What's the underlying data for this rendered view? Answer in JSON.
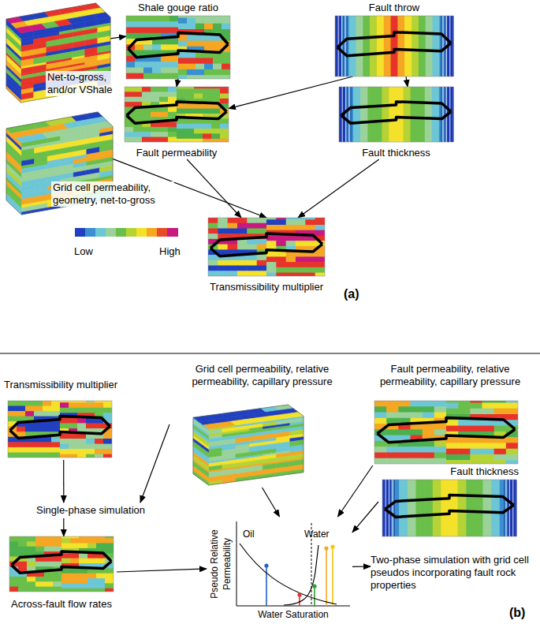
{
  "diagram": {
    "nodes": [
      {
        "text": [
          "Net-to-gross, and/or VShale"
        ]
      },
      {
        "text": [
          "Shale gouge ratio"
        ]
      },
      {
        "text": [
          "Fault throw"
        ]
      },
      {
        "text": [
          "Fault permeability"
        ]
      },
      {
        "text": [
          "Fault thickness"
        ]
      },
      {
        "text": [
          "Grid cell permeability, geometry, net-to-gross"
        ]
      },
      {
        "text": [
          "Transmissibility multiplier"
        ]
      },
      {
        "text": [
          "Transmissibility multiplier"
        ]
      },
      {
        "text": [
          "Grid cell permeability, relative permeability, capillary pressure"
        ]
      },
      {
        "text": [
          "Fault permeability, relative permeability, capillary pressure"
        ]
      },
      {
        "text": [
          "Fault thickness"
        ]
      },
      {
        "text": [
          "Single-phase simulation"
        ]
      },
      {
        "text": [
          "Across-fault flow rates"
        ]
      },
      {
        "text": [
          "Pseudo Relative Permeability",
          "Water Saturation",
          "Oil",
          "Water"
        ]
      },
      {
        "text": [
          "Two-phase simulation with grid cell pseudos incorporating fault rock properties"
        ]
      }
    ],
    "edges": [
      {
        "from": 0,
        "to": 1,
        "arrow": "to"
      },
      {
        "from": 1,
        "to": 3,
        "arrow": "to"
      },
      {
        "from": 2,
        "to": 3,
        "arrow": "to"
      },
      {
        "from": 2,
        "to": 4,
        "arrow": "to"
      },
      {
        "from": 3,
        "to": 6,
        "arrow": "to"
      },
      {
        "from": 4,
        "to": 6,
        "arrow": "to"
      },
      {
        "from": 5,
        "to": 6,
        "arrow": "to"
      },
      {
        "from": 7,
        "to": 11,
        "arrow": "to"
      },
      {
        "from": 8,
        "to": 11,
        "arrow": "to"
      },
      {
        "from": 11,
        "to": 12,
        "arrow": "to"
      },
      {
        "from": 12,
        "to": 13,
        "arrow": "to"
      },
      {
        "from": 8,
        "to": 13,
        "arrow": "to"
      },
      {
        "from": 9,
        "to": 13,
        "arrow": "to"
      },
      {
        "from": 10,
        "to": 13,
        "arrow": "to"
      },
      {
        "from": 13,
        "to": 14,
        "arrow": "to"
      }
    ],
    "labels": [
      "Low",
      "High",
      "(a)",
      "(b)"
    ]
  }
}
